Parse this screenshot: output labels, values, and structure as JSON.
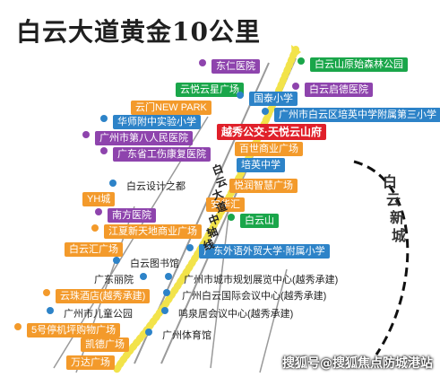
{
  "title": "白云大道黄金10公里",
  "district": "白云新城",
  "axis_label": "白云大道中轴线",
  "watermark": "搜狐号@搜狐焦点防城港站",
  "colors": {
    "green": "#1aa64a",
    "blue": "#2d83c8",
    "purple": "#8e44ad",
    "orange": "#f39a2b",
    "red": "#e0202a",
    "road_yellow": "#f2e34a"
  },
  "labels": [
    {
      "id": "dongren",
      "text": "东仁医院",
      "color": "purple"
    },
    {
      "id": "baiyunshan",
      "text": "白云山原始森林公园",
      "color": "green"
    },
    {
      "id": "yunyue",
      "text": "云悦云星广场",
      "color": "green"
    },
    {
      "id": "qikang",
      "text": "白云启德医院",
      "color": "purple"
    },
    {
      "id": "guotai",
      "text": "国泰小学",
      "color": "blue"
    },
    {
      "id": "yunmen",
      "text": "云门NEW PARK",
      "color": "orange"
    },
    {
      "id": "peiying",
      "text": "广州市白云区培英中学附属第三小学",
      "color": "blue"
    },
    {
      "id": "huashi",
      "text": "华师附中实验小学",
      "color": "blue"
    },
    {
      "id": "project",
      "text": "越秀公交·天悦云山府",
      "color": "red"
    },
    {
      "id": "eighth",
      "text": "广州市第八人民医院",
      "color": "purple"
    },
    {
      "id": "baishi",
      "text": "百世商业广场",
      "color": "orange"
    },
    {
      "id": "gongshang",
      "text": "广东省工伤康复医院",
      "color": "purple"
    },
    {
      "id": "peiyingzx",
      "text": "培英中学",
      "color": "blue"
    },
    {
      "id": "design",
      "text": "白云设计之都",
      "color": "plain"
    },
    {
      "id": "yuerun",
      "text": "悦润智慧广场",
      "color": "orange"
    },
    {
      "id": "yh",
      "text": "YH城",
      "color": "orange"
    },
    {
      "id": "anhuahui",
      "text": "安华汇",
      "color": "orange"
    },
    {
      "id": "nanfang",
      "text": "南方医院",
      "color": "purple"
    },
    {
      "id": "baiyunshan2",
      "text": "白云山",
      "color": "green"
    },
    {
      "id": "jiangnan",
      "text": "江夏新天地商业广场",
      "color": "orange"
    },
    {
      "id": "waiyu",
      "text": "广东外语外贸大学·附属小学",
      "color": "blue"
    },
    {
      "id": "baiyunhui",
      "text": "白云汇广场",
      "color": "orange"
    },
    {
      "id": "library",
      "text": "白云图书馆",
      "color": "plain"
    },
    {
      "id": "liyuan",
      "text": "广东丽院",
      "color": "plain"
    },
    {
      "id": "planning",
      "text": "广州市城市规划展览中心(越秀承建)",
      "color": "plain"
    },
    {
      "id": "yunzhu",
      "text": "云珠酒店(越秀承建)",
      "color": "orange"
    },
    {
      "id": "conference",
      "text": "广州白云国际会议中心(越秀承建)",
      "color": "plain"
    },
    {
      "id": "children",
      "text": "广州市儿童公园",
      "color": "plain"
    },
    {
      "id": "mingquan",
      "text": "鸣泉居会议中心(越秀承建)",
      "color": "plain"
    },
    {
      "id": "park5",
      "text": "5号停机坪购物广场",
      "color": "orange"
    },
    {
      "id": "gym",
      "text": "广州体育馆",
      "color": "plain"
    },
    {
      "id": "kaide",
      "text": "凯德广场",
      "color": "orange"
    },
    {
      "id": "wanda",
      "text": "万达广场",
      "color": "orange"
    }
  ]
}
